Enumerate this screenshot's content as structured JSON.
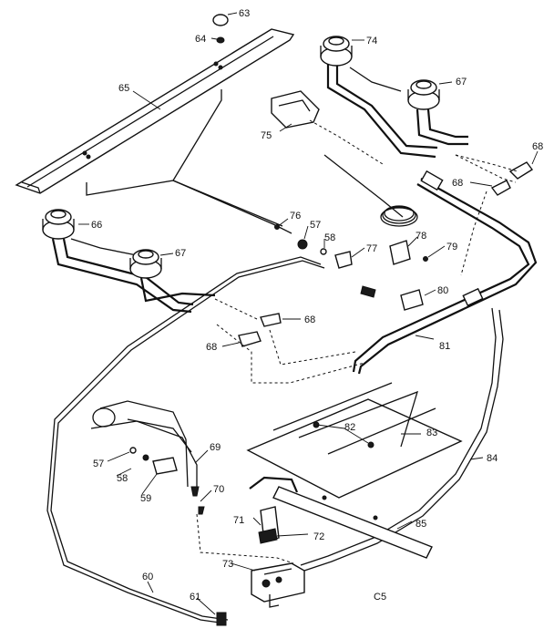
{
  "colors": {
    "ink": "#111111",
    "background": "#ffffff"
  },
  "diagram": {
    "section_code": "C5",
    "callouts": {
      "p57a": "57",
      "p57b": "57",
      "p58a": "58",
      "p58b": "58",
      "p59": "59",
      "p60": "60",
      "p61": "61",
      "p63": "63",
      "p64": "64",
      "p65": "65",
      "p66": "66",
      "p67a": "67",
      "p67b": "67",
      "p68a": "68",
      "p68b": "68",
      "p68c": "68",
      "p68d": "68",
      "p69": "69",
      "p70": "70",
      "p71": "71",
      "p72": "72",
      "p73": "73",
      "p74": "74",
      "p75": "75",
      "p76": "76",
      "p77": "77",
      "p78": "78",
      "p79": "79",
      "p80": "80",
      "p81": "81",
      "p82": "82",
      "p83": "83",
      "p84": "84",
      "p85": "85"
    }
  }
}
